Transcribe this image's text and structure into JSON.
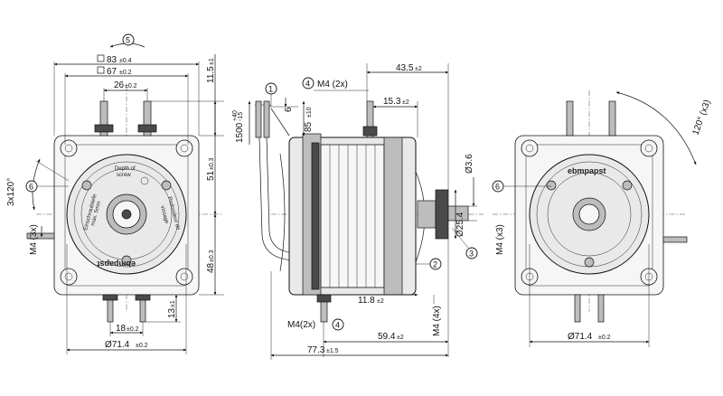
{
  "callouts": [
    "1",
    "2",
    "3",
    "4",
    "5",
    "6"
  ],
  "front_view": {
    "square_outer": "83",
    "square_outer_tol": "±0.4",
    "square_inner": "67",
    "square_inner_tol": "±0.2",
    "width_26": "26",
    "width_26_tol": "±0.2",
    "height_11_5": "11.5",
    "height_11_5_tol": "±1",
    "height_51": "51",
    "height_51_tol": "±0.3",
    "height_48": "48",
    "height_48_tol": "±0.3",
    "height_13": "13",
    "height_13_tol": "±1",
    "width_18": "18",
    "width_18_tol": "±0.2",
    "diameter": "Ø71.4",
    "diameter_tol": "±0.2",
    "angle": "3x120°",
    "thread": "M4 (3x)",
    "brand_mirrored": "ebmpapst",
    "plate_text_1": "Depth of",
    "plate_text_2": "screw",
    "plate_text_3": "Einschraubtiefe",
    "plate_text_4": "max. 5mm",
    "plate_text_5": "Profondeur de",
    "plate_text_6": "vissage"
  },
  "side_view": {
    "thread_top": "M4 (2x)",
    "cable_length": "1500",
    "cable_tol_plus": "+40",
    "cable_tol_minus": "-15",
    "dim_6": "6",
    "dim_85": "85",
    "dim_85_tol": "±10",
    "dim_43_5": "43.5",
    "dim_43_5_tol": "±2",
    "dim_15_3": "15.3",
    "dim_15_3_tol": "±2",
    "shaft_dia": "Ø3.6",
    "hub_dia": "Ø25.4",
    "dim_11_8": "11.8",
    "dim_11_8_tol": "±2",
    "thread_bottom": "M4(2x)",
    "thread_right": "M4 (4x)",
    "dim_59_4": "59.4",
    "dim_59_4_tol": "±2",
    "dim_77_3": "77.3",
    "dim_77_3_tol": "±1.5"
  },
  "rear_view": {
    "angle": "120° (x3)",
    "thread": "M4 (x3)",
    "brand": "ebmpapst",
    "diameter": "Ø71.4",
    "diameter_tol": "±0.2"
  }
}
